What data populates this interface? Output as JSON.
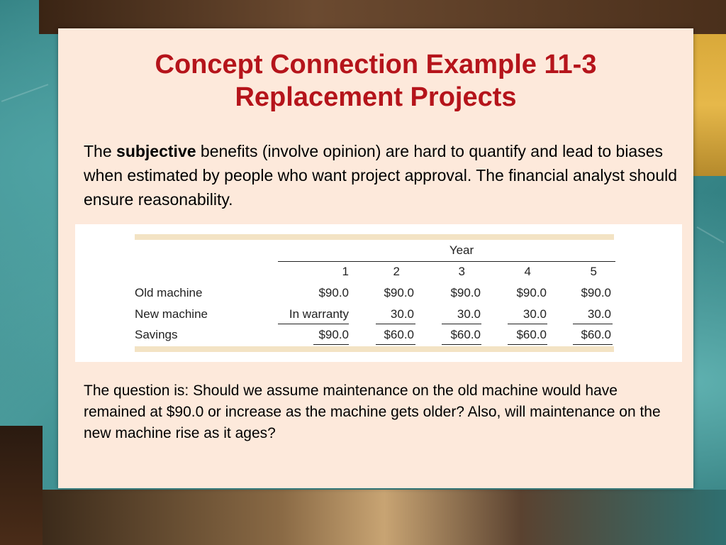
{
  "slide": {
    "title_line1": "Concept Connection Example 11-3",
    "title_line2": "Replacement Projects",
    "para1": {
      "pre": "The ",
      "bold": "subjective",
      "post": " benefits (involve opinion) are hard to quantify and lead to biases when estimated by people who want project approval.  The financial analyst should ensure reasonability."
    },
    "para2": "The question is:  Should we assume maintenance on the old machine would have remained at $90.0 or increase as the machine gets older?  Also, will maintenance on the new machine rise as it ages?"
  },
  "table": {
    "group_header": "Year",
    "years": [
      "1",
      "2",
      "3",
      "4",
      "5"
    ],
    "rows": [
      {
        "label": "Old machine",
        "values": [
          "$90.0",
          "$90.0",
          "$90.0",
          "$90.0",
          "$90.0"
        ]
      },
      {
        "label": "New machine",
        "values": [
          "In warranty",
          "30.0",
          "30.0",
          "30.0",
          "30.0"
        ]
      },
      {
        "label": "Savings",
        "values": [
          "$90.0",
          "$60.0",
          "$60.0",
          "$60.0",
          "$60.0"
        ]
      }
    ]
  },
  "colors": {
    "title": "#b5141b",
    "slide_background": "#fde9db",
    "table_accent_bar": "#f3e3c4"
  }
}
